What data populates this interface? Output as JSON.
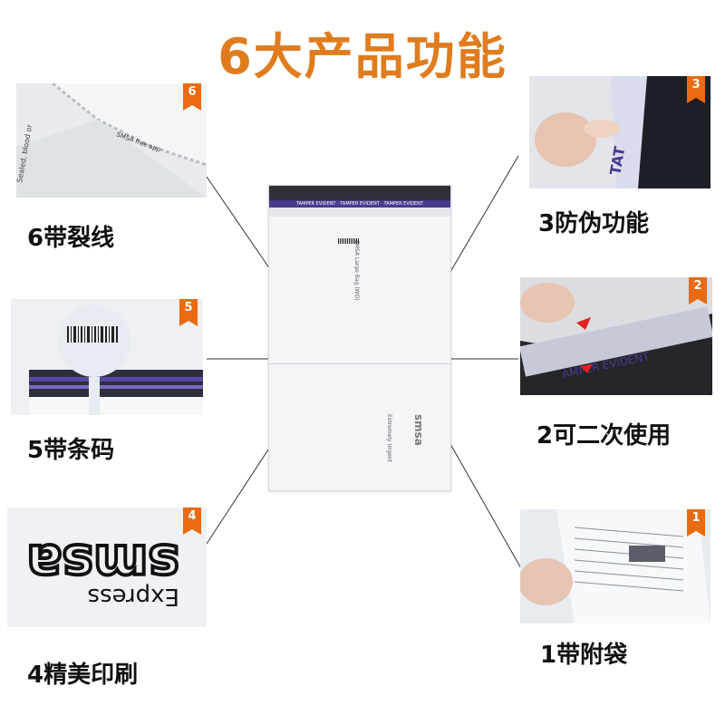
{
  "title": "6大产品功能",
  "features": [
    {
      "num": "6",
      "label": "6带裂线"
    },
    {
      "num": "5",
      "label": "5带条码"
    },
    {
      "num": "4",
      "label": "4精美印刷"
    },
    {
      "num": "3",
      "label": "3防伪功能"
    },
    {
      "num": "2",
      "label": "2可二次使用"
    },
    {
      "num": "1",
      "label": "1带附袋"
    }
  ],
  "bag": {
    "strip_text": "TAMPER EVIDENT · TAMPER EVIDENT · TAMPER EVIDENT",
    "upper_text": "SMSA Large Bag (WO)",
    "lower_text": "Extremely Urgent",
    "brand": "smsa"
  },
  "photo4": {
    "brand_text": "Express",
    "logo_text": "smsa"
  },
  "photo3": {
    "strip_text": "TAT"
  },
  "photo2": {
    "strip_text": "AMPER EVIDENT"
  },
  "colors": {
    "title": "#e07c1e",
    "badge": "#ea6a12",
    "strip": "#4a3a8c"
  }
}
